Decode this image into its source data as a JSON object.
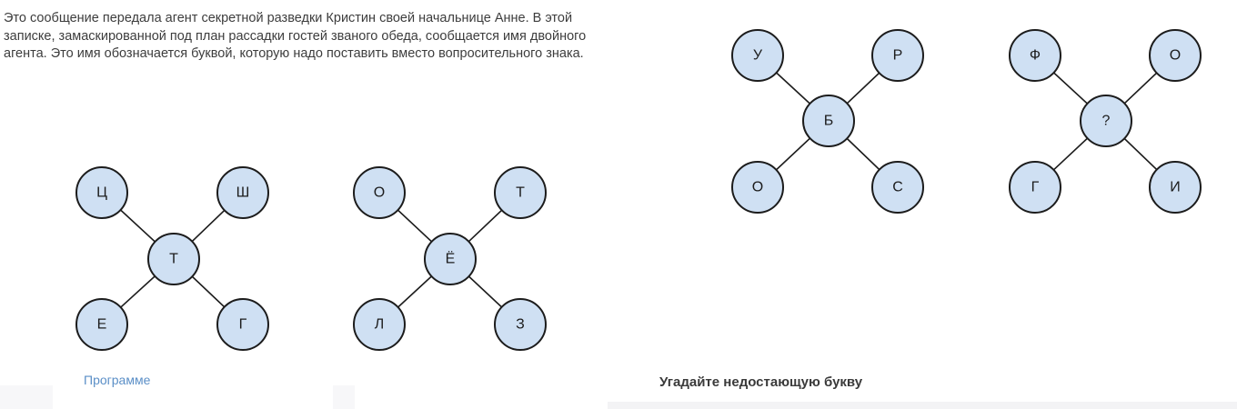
{
  "intro_text": "Это сообщение передала агент секретной разведки Кристин своей начальнице Анне. В этой записке, замаскированной под план рассадки гостей званого обеда, сообщается имя двойного агента. Это имя обозначается буквой, которую надо поставить вместо вопросительного знака.",
  "diagrams": [
    {
      "center": "Т",
      "top_left": "Ц",
      "top_right": "Ш",
      "bottom_left": "Е",
      "bottom_right": "Г"
    },
    {
      "center": "Ё",
      "top_left": "О",
      "top_right": "Т",
      "bottom_left": "Л",
      "bottom_right": "З"
    },
    {
      "center": "Б",
      "top_left": "У",
      "top_right": "Р",
      "bottom_left": "О",
      "bottom_right": "С"
    },
    {
      "center": "?",
      "top_left": "Ф",
      "top_right": "О",
      "bottom_left": "Г",
      "bottom_right": "И"
    }
  ],
  "footer": {
    "cut_link": "Программе",
    "caption": "Угадайте недостающую букву"
  },
  "colors": {
    "node_fill": "#cfe0f3",
    "node_stroke": "#1c1c1c",
    "link": "#5b8fc7"
  }
}
